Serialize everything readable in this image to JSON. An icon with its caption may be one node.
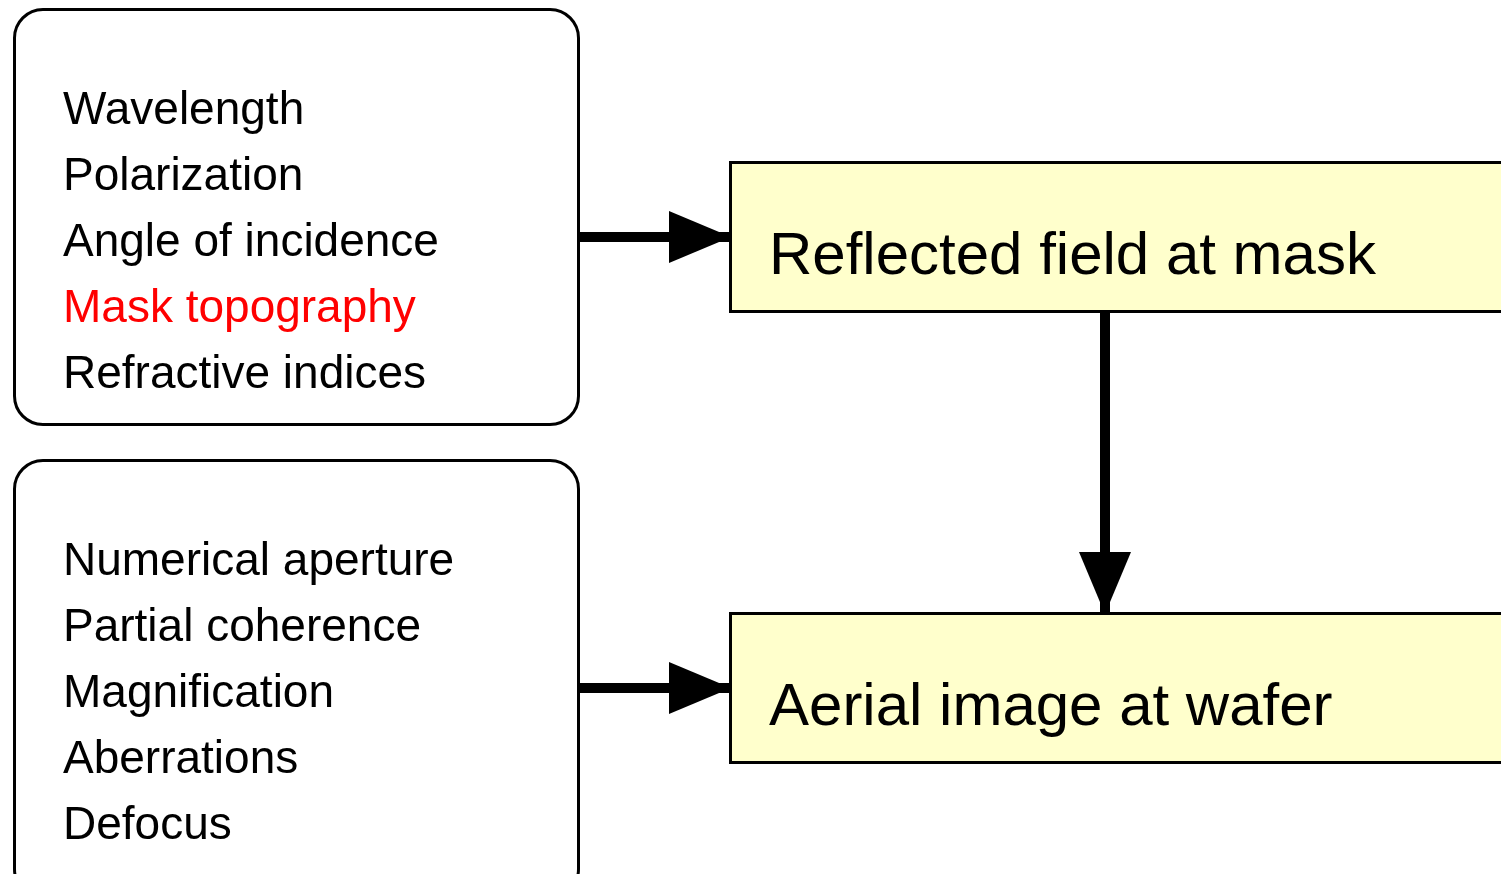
{
  "diagram": {
    "nodes": [
      {
        "text": [
          "Wavelength",
          "Polarization",
          "Angle of incidence",
          "Mask topography",
          "Refractive indices"
        ]
      },
      {
        "text": [
          "Reflected field at mask"
        ]
      },
      {
        "text": [
          "Numerical aperture",
          "Partial coherence",
          "Magnification",
          "Aberrations",
          "Defocus"
        ]
      },
      {
        "text": [
          "Aerial image at wafer"
        ]
      }
    ],
    "edges": [
      {
        "from": 0,
        "to": 1,
        "arrow": "to"
      },
      {
        "from": 1,
        "to": 3,
        "arrow": "to"
      },
      {
        "from": 2,
        "to": 3,
        "arrow": "to"
      }
    ]
  }
}
